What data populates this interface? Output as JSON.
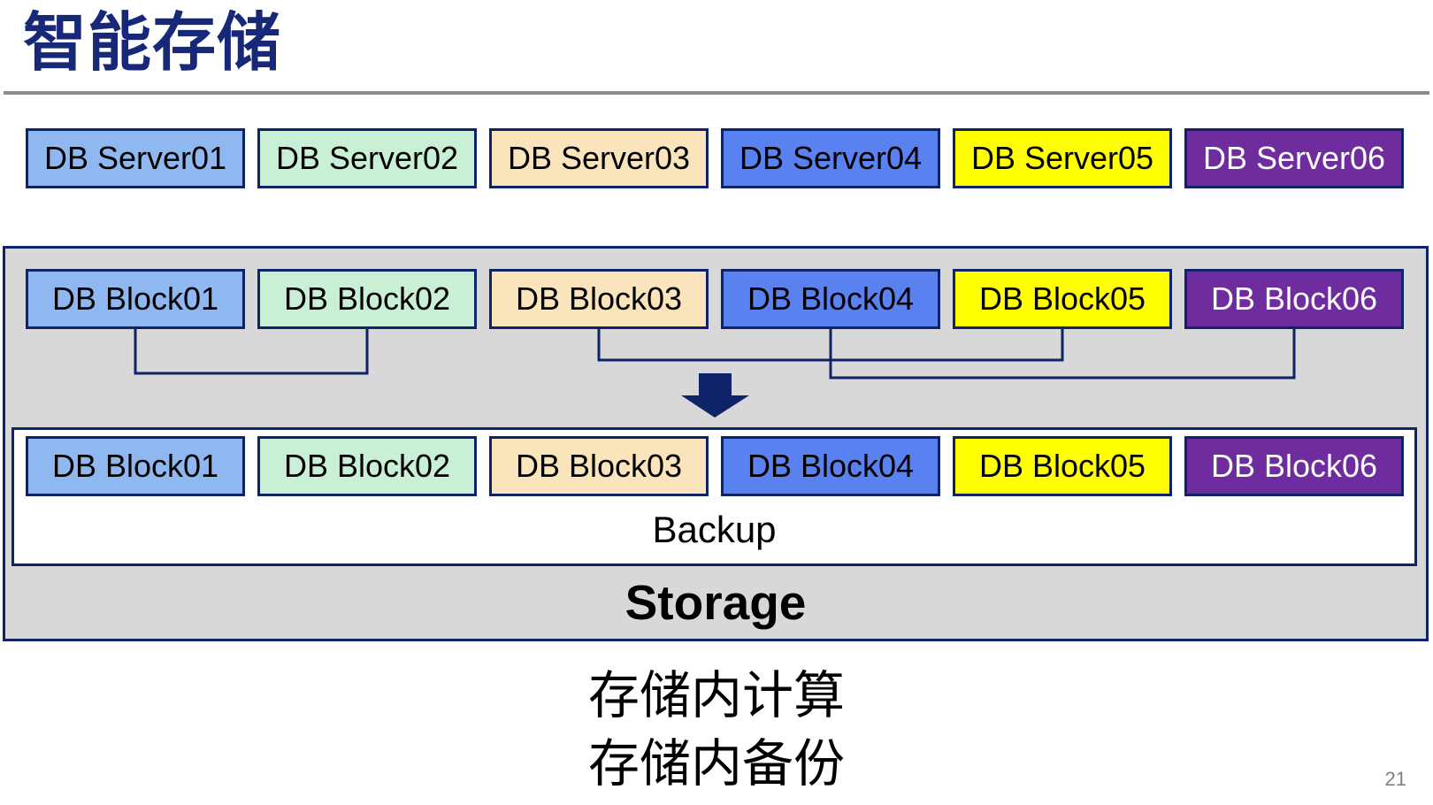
{
  "slide": {
    "title": "智能存储",
    "backup_label": "Backup",
    "storage_label": "Storage",
    "caption_lines": [
      "存储内计算",
      "存储内备份"
    ],
    "page_number": "21"
  },
  "palette": [
    {
      "name": "light-blue",
      "bg": "#8fb8f0",
      "text": "#000000"
    },
    {
      "name": "mint-green",
      "bg": "#c9f0d4",
      "text": "#000000"
    },
    {
      "name": "wheat",
      "bg": "#fae4bb",
      "text": "#000000"
    },
    {
      "name": "medium-blue",
      "bg": "#5a81f0",
      "text": "#000000"
    },
    {
      "name": "yellow",
      "bg": "#ffff00",
      "text": "#000000"
    },
    {
      "name": "purple",
      "bg": "#6e2c9f",
      "text": "#ffffff"
    }
  ],
  "rows": [
    {
      "id": "servers",
      "box_name": "db-server-box",
      "boxes": [
        {
          "label": "DB Server01",
          "palette": 0
        },
        {
          "label": "DB Server02",
          "palette": 1
        },
        {
          "label": "DB Server03",
          "palette": 2
        },
        {
          "label": "DB Server04",
          "palette": 3
        },
        {
          "label": "DB Server05",
          "palette": 4
        },
        {
          "label": "DB Server06",
          "palette": 5
        }
      ]
    },
    {
      "id": "blocks-top",
      "box_name": "db-block-box",
      "boxes": [
        {
          "label": "DB Block01",
          "palette": 0
        },
        {
          "label": "DB Block02",
          "palette": 1
        },
        {
          "label": "DB Block03",
          "palette": 2
        },
        {
          "label": "DB Block04",
          "palette": 3
        },
        {
          "label": "DB Block05",
          "palette": 4
        },
        {
          "label": "DB Block06",
          "palette": 5
        }
      ]
    },
    {
      "id": "blocks-bottom",
      "box_name": "db-block-box",
      "boxes": [
        {
          "label": "DB Block01",
          "palette": 0
        },
        {
          "label": "DB Block02",
          "palette": 1
        },
        {
          "label": "DB Block03",
          "palette": 2
        },
        {
          "label": "DB Block04",
          "palette": 3
        },
        {
          "label": "DB Block05",
          "palette": 4
        },
        {
          "label": "DB Block06",
          "palette": 5
        }
      ]
    }
  ],
  "colors": {
    "navy": "#0f2468",
    "title_navy": "#182878",
    "container_gray": "#d8d8d8",
    "rule_gray": "#8c8c8c",
    "page_gray": "#808080"
  }
}
